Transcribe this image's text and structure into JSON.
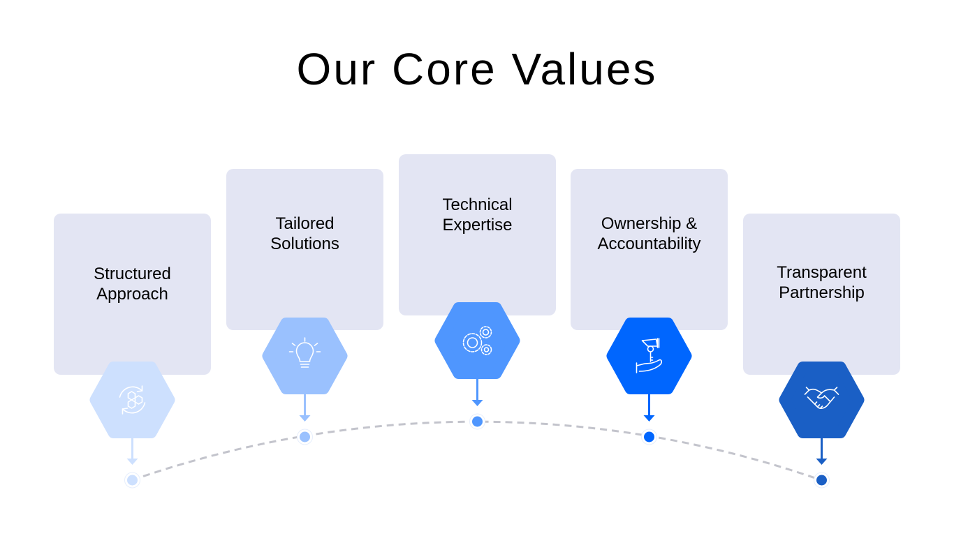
{
  "title": "Our Core Values",
  "values": [
    {
      "label": "Structured\nApproach",
      "icon": "cycle-hexagons-icon",
      "color": "#cde0fe"
    },
    {
      "label": "Tailored\nSolutions",
      "icon": "lightbulb-icon",
      "color": "#9ac1fe"
    },
    {
      "label": "Technical\nExpertise",
      "icon": "gears-icon",
      "color": "#4f96fe"
    },
    {
      "label": "Ownership &\nAccountability",
      "icon": "key-handover-icon",
      "color": "#0066fe"
    },
    {
      "label": "Transparent\nPartnership",
      "icon": "handshake-icon",
      "color": "#1a5fc5"
    }
  ],
  "colors": {
    "card": "#e3e5f3",
    "curve": "#c3c4cc"
  }
}
